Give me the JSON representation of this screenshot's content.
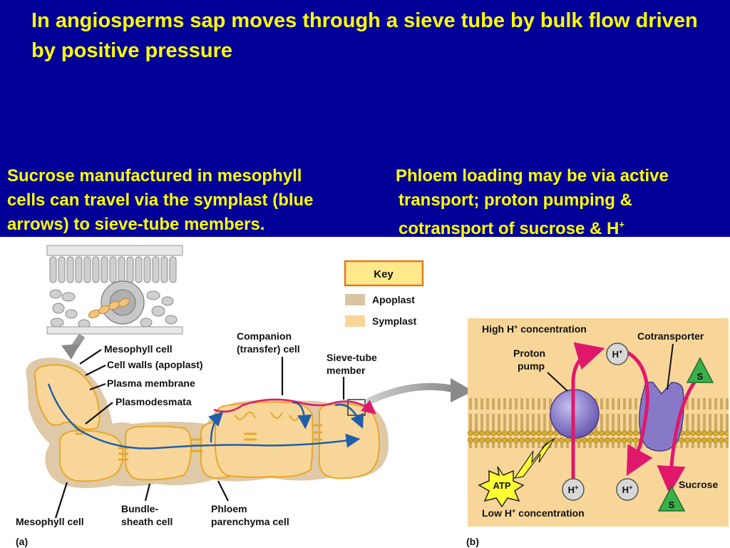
{
  "title": "In angiosperms sap moves through a sieve tube by bulk flow driven by positive pressure",
  "left_text": {
    "line1": "Sucrose manufactured in mesophyll",
    "line2": "cells can travel via the symplast (blue",
    "line3": "arrows) to sieve-tube members."
  },
  "right_text": {
    "line1": "Phloem loading may be via active",
    "line2": "transport; proton pumping &",
    "line3": "cotransport of sucrose & H",
    "line3_sup": "+"
  },
  "key": {
    "title": "Key",
    "apoplast": "Apoplast",
    "symplast": "Symplast"
  },
  "panel_a": {
    "label": "(a)",
    "mesophyll_cell_top": "Mesophyll cell",
    "cell_walls": "Cell walls (apoplast)",
    "plasma_membrane": "Plasma membrane",
    "plasmodesmata": "Plasmodesmata",
    "companion_1": "Companion",
    "companion_2": "(transfer) cell",
    "sieve_1": "Sieve-tube",
    "sieve_2": "member",
    "mesophyll_cell_bottom": "Mesophyll cell",
    "bundle_1": "Bundle-",
    "bundle_2": "sheath cell",
    "phloem_1": "Phloem",
    "phloem_2": "parenchyma cell"
  },
  "panel_b": {
    "label": "(b)",
    "high_h": "High H",
    "high_h_sup": "+",
    "high_h_rest": " concentration",
    "cotransporter": "Cotransporter",
    "proton_1": "Proton",
    "proton_2": "pump",
    "h_ion": "H",
    "h_sup": "+",
    "s_symbol": "S",
    "atp": "ATP",
    "sucrose": "Sucrose",
    "low_h": "Low H",
    "low_h_sup": "+",
    "low_h_rest": " concentration"
  },
  "colors": {
    "background_top": "#000099",
    "headline": "#ffff00",
    "apoplast": "#d9c4a4",
    "symplast": "#f8d69a",
    "blue_arrow": "#1f5fa8",
    "magenta_arrow": "#e0186c",
    "membrane": "#d4a82a",
    "protein": "#8878c8"
  }
}
